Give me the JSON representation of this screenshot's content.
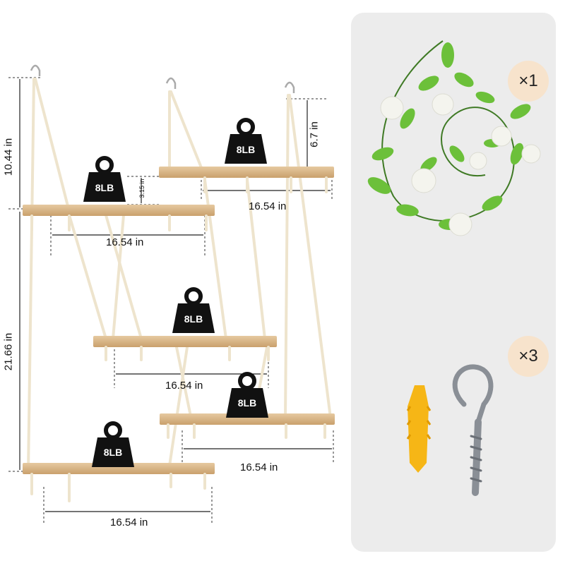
{
  "product_image": {
    "shelves": [
      {
        "weight": "8LB",
        "width": "16.54 in"
      },
      {
        "weight": "8LB",
        "width": "16.54 in"
      },
      {
        "weight": "8LB",
        "width": "16.54 in"
      },
      {
        "weight": "8LB",
        "width": "16.54 in"
      },
      {
        "weight": "8LB",
        "width": "16.54 in"
      }
    ],
    "heights": {
      "left_top": "10.44 in",
      "left_total": "21.66 in",
      "right_top": "6.7 in",
      "shelf_gap": "3.15 in"
    }
  },
  "accessories": {
    "vine_quantity": "×1",
    "hardware_quantity": "×3"
  },
  "colors": {
    "panel": "#ececec",
    "badge": "#f7e3cc",
    "wood": "#d9b98c",
    "rope": "#efe6d2",
    "leaf": "#6cc03a",
    "anchor": "#f6b616"
  }
}
